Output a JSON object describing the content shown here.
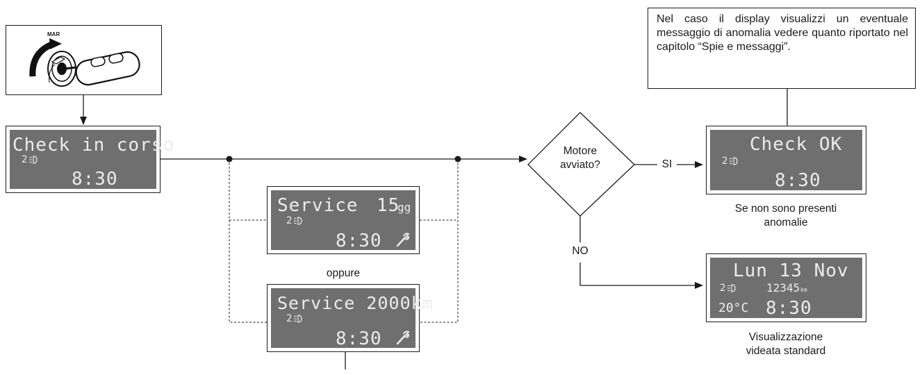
{
  "key_panel": {
    "label": "MAR"
  },
  "display_check": {
    "line1": "Check in corso",
    "gear": "2",
    "time": "8:30"
  },
  "display_service_days": {
    "line1": "Service",
    "value": "15",
    "unit": "gg",
    "gear": "2",
    "time": "8:30"
  },
  "oppure_label": "oppure",
  "display_service_km": {
    "line1": "Service 2000km",
    "gear": "2",
    "time": "8:30"
  },
  "decision": {
    "question_line1": "Motore",
    "question_line2": "avviato?",
    "yes": "SI",
    "no": "NO"
  },
  "note_box": {
    "text": "Nel caso il display visualizzi un eventuale messaggio di anomalia vedere quanto riportato nel capitolo “Spie e messaggi”."
  },
  "display_ok": {
    "line1": "Check OK",
    "gear": "2",
    "time": "8:30"
  },
  "ok_caption": {
    "line1": "Se non sono presenti",
    "line2": "anomalie"
  },
  "display_standard": {
    "line1": "Lun 13 Nov",
    "gear": "2",
    "odometer": "12345",
    "odometer_unit": "km",
    "temperature": "20°C",
    "time": "8:30"
  },
  "standard_caption": {
    "line1": "Visualizzazione",
    "line2": "videata standard"
  }
}
